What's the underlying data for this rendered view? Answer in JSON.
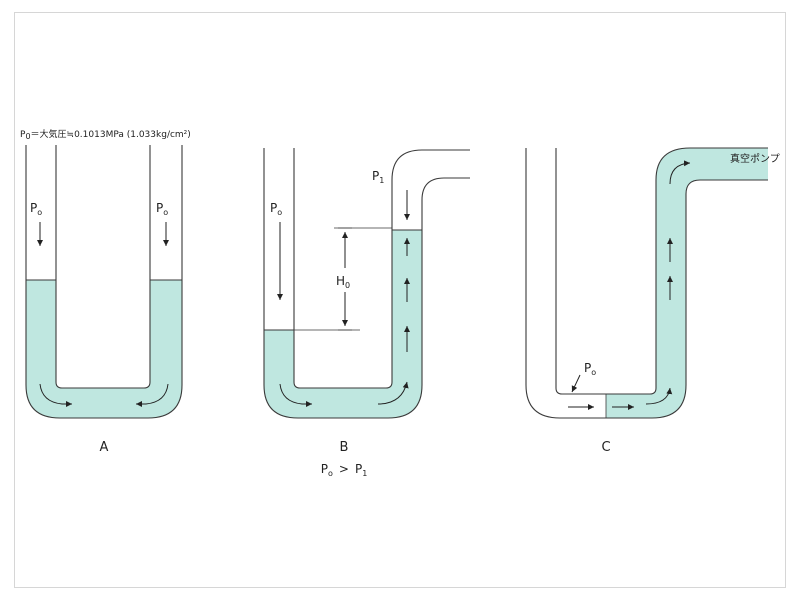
{
  "colors": {
    "water": "#bfe7e0",
    "tube_outline": "#3a3a3a",
    "arrow": "#222222"
  },
  "header_note": {
    "p0": "P",
    "p0_sub": "0",
    "rest": "＝大気圧≒0.1013MPa (1.033kg/cm²)"
  },
  "panel_a": {
    "caption": "A",
    "left_pressure": {
      "base": "P",
      "sub": "o"
    },
    "right_pressure": {
      "base": "P",
      "sub": "o"
    }
  },
  "panel_b": {
    "caption": "B",
    "left_pressure": {
      "base": "P",
      "sub": "o"
    },
    "right_pressure": {
      "base": "P",
      "sub": "1"
    },
    "height_label": {
      "base": "H",
      "sub": "0"
    },
    "relation": {
      "left_base": "P",
      "left_sub": "o",
      "op": ">",
      "right_base": "P",
      "right_sub": "1"
    }
  },
  "panel_c": {
    "caption": "C",
    "pressure": {
      "base": "P",
      "sub": "o"
    },
    "pump_label": "真空ポンプ"
  }
}
